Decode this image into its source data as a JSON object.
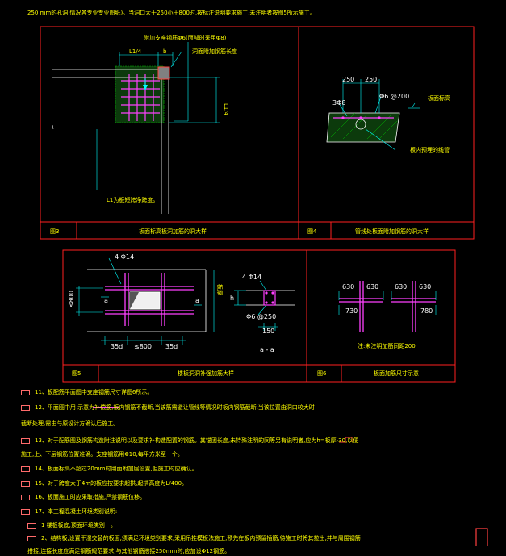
{
  "header": {
    "text": "250 mm的孔洞,情况各专业专业图纸)。当洞口大于250小于800时,按标注说明要求施工,未注明者按图5所示施工。"
  },
  "figure3": {
    "caption_no": "图3",
    "caption": "板面标高板洞加筋的洞大样",
    "label_bar": "附加支座钢筋Φ6(面部时采用Φ8)",
    "label_edge": "洞面附加钢筋长度",
    "dim_top": "L1/4",
    "dim_b": "b",
    "dim_right": "L1/4",
    "note": "L1为板短跨净跨度。"
  },
  "figure4": {
    "caption_no": "图4",
    "caption": "管线处板面附加钢筋的洞大样",
    "dim_left": "250",
    "dim_right": "250",
    "bar_top": "Φ6 @200",
    "bar_side": "3Φ8",
    "label_level": "板面标高",
    "label_pipe": "板内预埋的线管"
  },
  "figure5": {
    "caption_no": "图5",
    "caption": "楼板洞洞补强加筋大样",
    "bar_top": "4 Φ14",
    "dim_left": "≤800",
    "dim_bottom_a": "35d",
    "dim_bottom_b": "≤800",
    "dim_bottom_c": "35d",
    "label_a": "a",
    "label_b": "a",
    "dim_right": "板厚",
    "section_bar": "4 Φ14",
    "section_h": "h",
    "section_stirrup": "Φ6 @250",
    "section_width": "150",
    "section_label": "a - a"
  },
  "figure6": {
    "caption_no": "图6",
    "caption": "板面加筋尺寸示意",
    "tee1_left": "630",
    "tee1_right": "630",
    "tee1_bottom": "730",
    "tee2_left": "630",
    "tee2_right": "630",
    "tee2_bottom": "780",
    "note": "注:未注明加筋间距200"
  },
  "notes": [
    "11、板配筋平面图中支座钢筋尺寸详图6所示。",
    "12、平面图中用          示意为补偿筋,板内钢筋不截断,当该筋需避让管线等情况时板内钢筋截断,当该位置由洞口较大时",
    "       截断处理,需由与原设计方确认后施工。",
    "13、对于配筋图及钢筋构造附注说明以及要求补构造配置的钢筋。其锚固长度,未特殊注明的同等另有说明者,应为h=板厚-30,以便",
    "       施工,上、下层钢筋位置准确。支座钢筋用Φ10,每平方米至一个。",
    "14、板面标高不超过20mm时用面附加层设置,但施工时应确认。",
    "15、对于跨度大于4m的板应按要求起拱,起拱高度为L/400。",
    "16、板面施工时应采取措施,严禁钢筋位移。",
    "17、本工程混凝土环境类别说明:",
    "1 楼板板底,顶面环境类别一。",
    "2、结构板,设置干湿交替的板面,须满足环境类别要求,采用吊挂模板法施工,预先在板内预留插筋,待施工时将其拉出,并与周围钢筋",
    "       搭接,连接长度应满足钢筋规范要求,与其他钢筋搭接250mm时,应加设Φ12钢筋。"
  ]
}
